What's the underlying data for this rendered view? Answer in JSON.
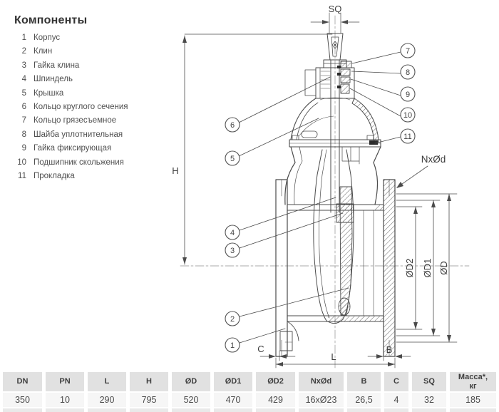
{
  "components": {
    "title": "Компоненты",
    "items": [
      {
        "num": "1",
        "label": "Корпус"
      },
      {
        "num": "2",
        "label": "Клин"
      },
      {
        "num": "3",
        "label": "Гайка клина"
      },
      {
        "num": "4",
        "label": "Шпиндель"
      },
      {
        "num": "5",
        "label": "Крышка"
      },
      {
        "num": "6",
        "label": "Кольцо круглого сечения"
      },
      {
        "num": "7",
        "label": "Кольцо грязесъемное"
      },
      {
        "num": "8",
        "label": "Шайба уплотнительная"
      },
      {
        "num": "9",
        "label": "Гайка фиксирующая"
      },
      {
        "num": "10",
        "label": "Подшипник скольжения"
      },
      {
        "num": "11",
        "label": "Прокладка"
      }
    ]
  },
  "drawing": {
    "dims": {
      "sq": "SQ",
      "h": "H",
      "nxod": "NxØd",
      "od": "ØD",
      "od1": "ØD1",
      "od2": "ØD2",
      "l": "L",
      "c": "C",
      "b": "B"
    },
    "callouts": [
      "1",
      "2",
      "3",
      "4",
      "5",
      "6",
      "7",
      "8",
      "9",
      "10",
      "11"
    ]
  },
  "table": {
    "headers": [
      "DN",
      "PN",
      "L",
      "H",
      "ØD",
      "ØD1",
      "ØD2",
      "NxØd",
      "B",
      "C",
      "SQ",
      "Масса*,\nкг"
    ],
    "values": [
      "350",
      "10",
      "290",
      "795",
      "520",
      "470",
      "429",
      "16xØ23",
      "26,5",
      "4",
      "32",
      "185"
    ]
  },
  "colors": {
    "line": "#4b4b4b",
    "table_header_bg": "#e1e1e1",
    "table_row_bg": "#f6f6f6"
  }
}
